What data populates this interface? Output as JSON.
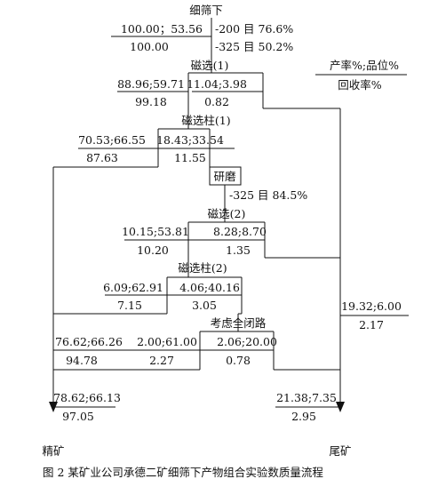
{
  "caption": "图 2   某矿业公司承德二矿细筛下产物组合实验数质量流程",
  "legend": {
    "top": "产率%;品位%",
    "bottom": "回收率%"
  },
  "ops": {
    "sieve": "细筛下",
    "mag1": "磁选(1)",
    "col1": "磁选柱(1)",
    "grind": "研磨",
    "mag2": "磁选(2)",
    "col2": "磁选柱(2)",
    "closed": "考虑全闭路"
  },
  "notes": {
    "size200": "-200 目 76.6%",
    "size325": "-325 目 50.2%",
    "grind325": "-325 目 84.5%"
  },
  "streams": {
    "feed_top": "100.00；53.56",
    "feed_bot": "100.00",
    "m1c_top": "88.96;59.71",
    "m1c_bot": "99.18",
    "m1t_top": "11.04;3.98",
    "m1t_bot": "0.82",
    "c1c_top": "70.53;66.55",
    "c1c_bot": "87.63",
    "c1m_top": "18.43;33.54",
    "c1m_bot": "11.55",
    "m2c_top": "10.15;53.81",
    "m2c_bot": "10.20",
    "m2t_top": "8.28;8.70",
    "m2t_bot": "1.35",
    "c2c_top": "6.09;62.91",
    "c2c_bot": "7.15",
    "c2m_top": "4.06;40.16",
    "c2m_bot": "3.05",
    "tail_mid_top": "19.32;6.00",
    "tail_mid_bot": "2.17",
    "cl_a_top": "76.62;66.26",
    "cl_a_bot": "94.78",
    "cl_b_top": "2.00;61.00",
    "cl_b_bot": "2.27",
    "cl_c_top": "2.06;20.00",
    "cl_c_bot": "0.78",
    "conc_top": "78.62;66.13",
    "conc_bot": "97.05",
    "tail_top": "21.38;7.35",
    "tail_bot": "2.95"
  },
  "products": {
    "concentrate": "精矿",
    "tailings": "尾矿"
  }
}
